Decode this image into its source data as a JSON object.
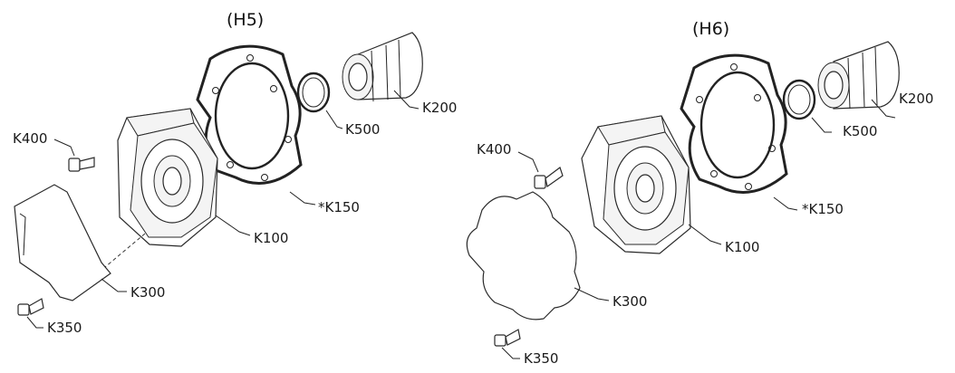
{
  "left": {
    "title": "(H5)",
    "labels": {
      "k400": "K400",
      "k100": "K100",
      "k150": "*K150",
      "k500": "K500",
      "k200": "K200",
      "k300": "K300",
      "k350": "K350"
    }
  },
  "right": {
    "title": "(H6)",
    "labels": {
      "k400": "K400",
      "k100": "K100",
      "k150": "*K150",
      "k500": "K500",
      "k200": "K200",
      "k300": "K300",
      "k350": "K350"
    }
  }
}
